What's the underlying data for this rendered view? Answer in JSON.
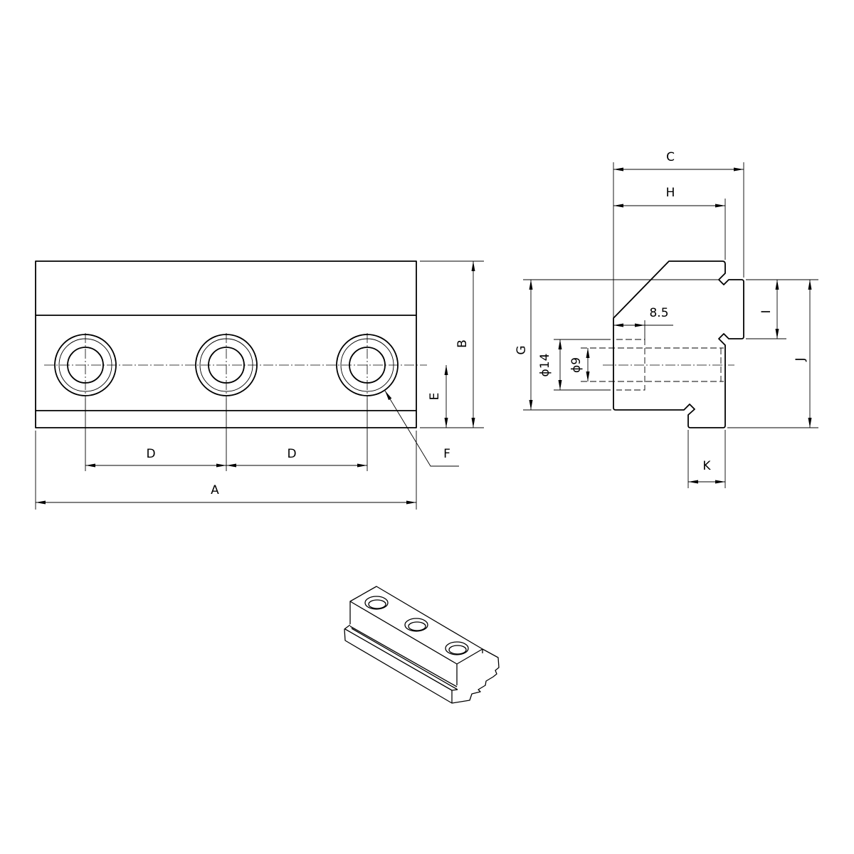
{
  "drawing": {
    "front_view": {
      "labels": {
        "a": "A",
        "b": "B",
        "d1": "D",
        "d2": "D",
        "e": "E",
        "f": "F"
      }
    },
    "side_view": {
      "labels": {
        "c": "C",
        "h": "H",
        "g": "G",
        "i": "I",
        "j": "J",
        "k": "K",
        "counterbore_depth": "8.5",
        "counterbore_dia": "ϕ14",
        "hole_dia": "ϕ9"
      }
    },
    "iso_view": {
      "hole_count": 3
    },
    "colors": {
      "line": "#000000",
      "background": "#ffffff"
    }
  }
}
